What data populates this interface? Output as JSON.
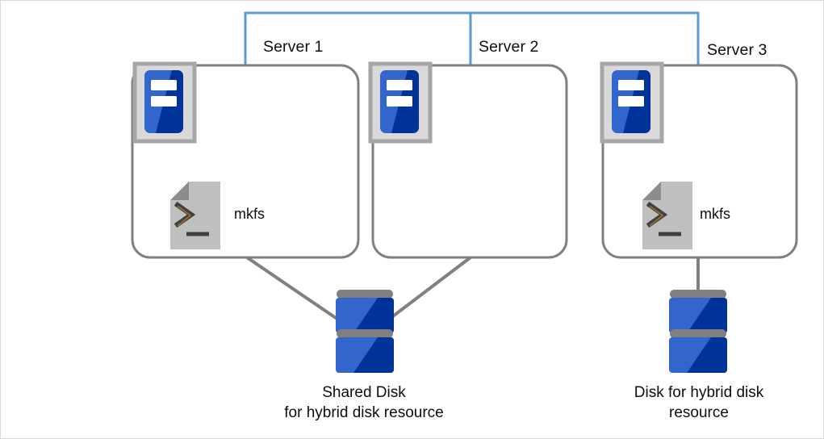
{
  "diagram": {
    "type": "cluster-hybrid-disk-topology",
    "servers": [
      {
        "id": "server1",
        "label": "Server 1",
        "has_server_icon": true,
        "has_mkfs": true,
        "mkfs_label": "mkfs"
      },
      {
        "id": "server2",
        "label": "Server 2",
        "has_server_icon": true,
        "has_mkfs": false,
        "mkfs_label": ""
      },
      {
        "id": "server3",
        "label": "Server 3",
        "has_server_icon": true,
        "has_mkfs": true,
        "mkfs_label": "mkfs"
      }
    ],
    "disks": [
      {
        "id": "shared-disk",
        "caption_line1": "Shared Disk",
        "caption_line2": "for hybrid disk resource",
        "connected_servers": [
          "Server 1",
          "Server 2"
        ]
      },
      {
        "id": "local-disk",
        "caption_line1": "Disk for hybrid disk",
        "caption_line2": "resource",
        "connected_servers": [
          "Server 3"
        ]
      }
    ],
    "network": {
      "name": "interconnect-bracket",
      "color": "#5b9bd5",
      "spans": [
        "Server 1",
        "Server 2",
        "Server 3"
      ]
    },
    "icons": {
      "server": "server-icon",
      "script": "mkfs-script-icon",
      "disk": "disk-stack-icon"
    },
    "colors": {
      "blue_light": "#3366cc",
      "blue_dark": "#003399",
      "gray_line": "#808080",
      "gray_fill": "#bfbfbf",
      "gray_frame": "#d9d9d9",
      "network_blue": "#5b9bd5",
      "text": "#0d0d0d"
    }
  }
}
